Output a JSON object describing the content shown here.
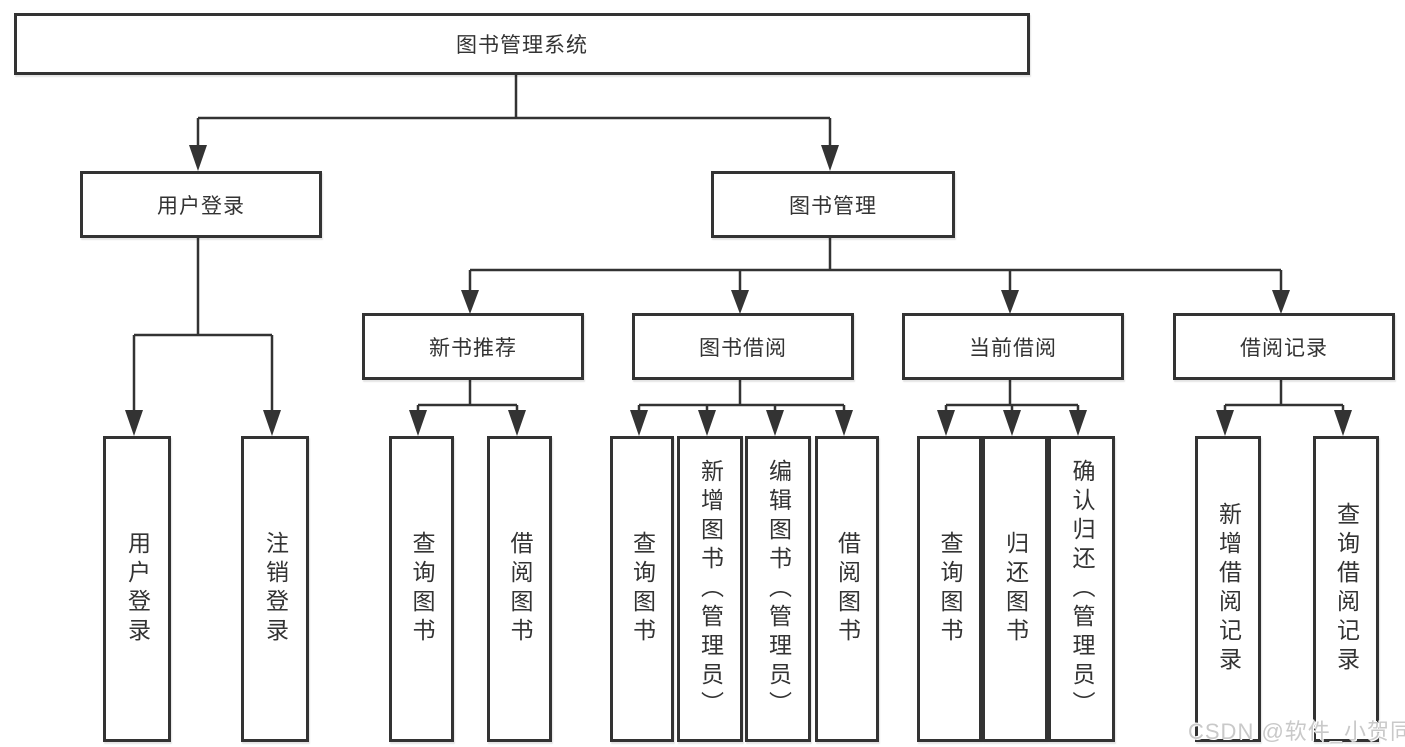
{
  "diagram": {
    "root": "图书管理系统",
    "level2": {
      "user_login": "用户登录",
      "book_mgmt": "图书管理"
    },
    "level3": {
      "new_books": "新书推荐",
      "book_borrow": "图书借阅",
      "current_borrow": "当前借阅",
      "borrow_records": "借阅记录"
    },
    "leaves": {
      "user_login": [
        "用户登录",
        "注销登录"
      ],
      "new_books": [
        "查询图书",
        "借阅图书"
      ],
      "book_borrow": [
        "查询图书",
        "新增图书（管理员）",
        "编辑图书（管理员）",
        "借阅图书"
      ],
      "current_borrow": [
        "查询图书",
        "归还图书",
        "确认归还（管理员）"
      ],
      "borrow_records": [
        "新增借阅记录",
        "查询借阅记录"
      ]
    }
  },
  "watermark": "CSDN @软件_小贺同学",
  "colors": {
    "line": "#333333",
    "box_border": "#333333",
    "box_fill": "#ffffff",
    "text": "#333333",
    "watermark": "#c9c9c9",
    "background": "#ffffff"
  }
}
